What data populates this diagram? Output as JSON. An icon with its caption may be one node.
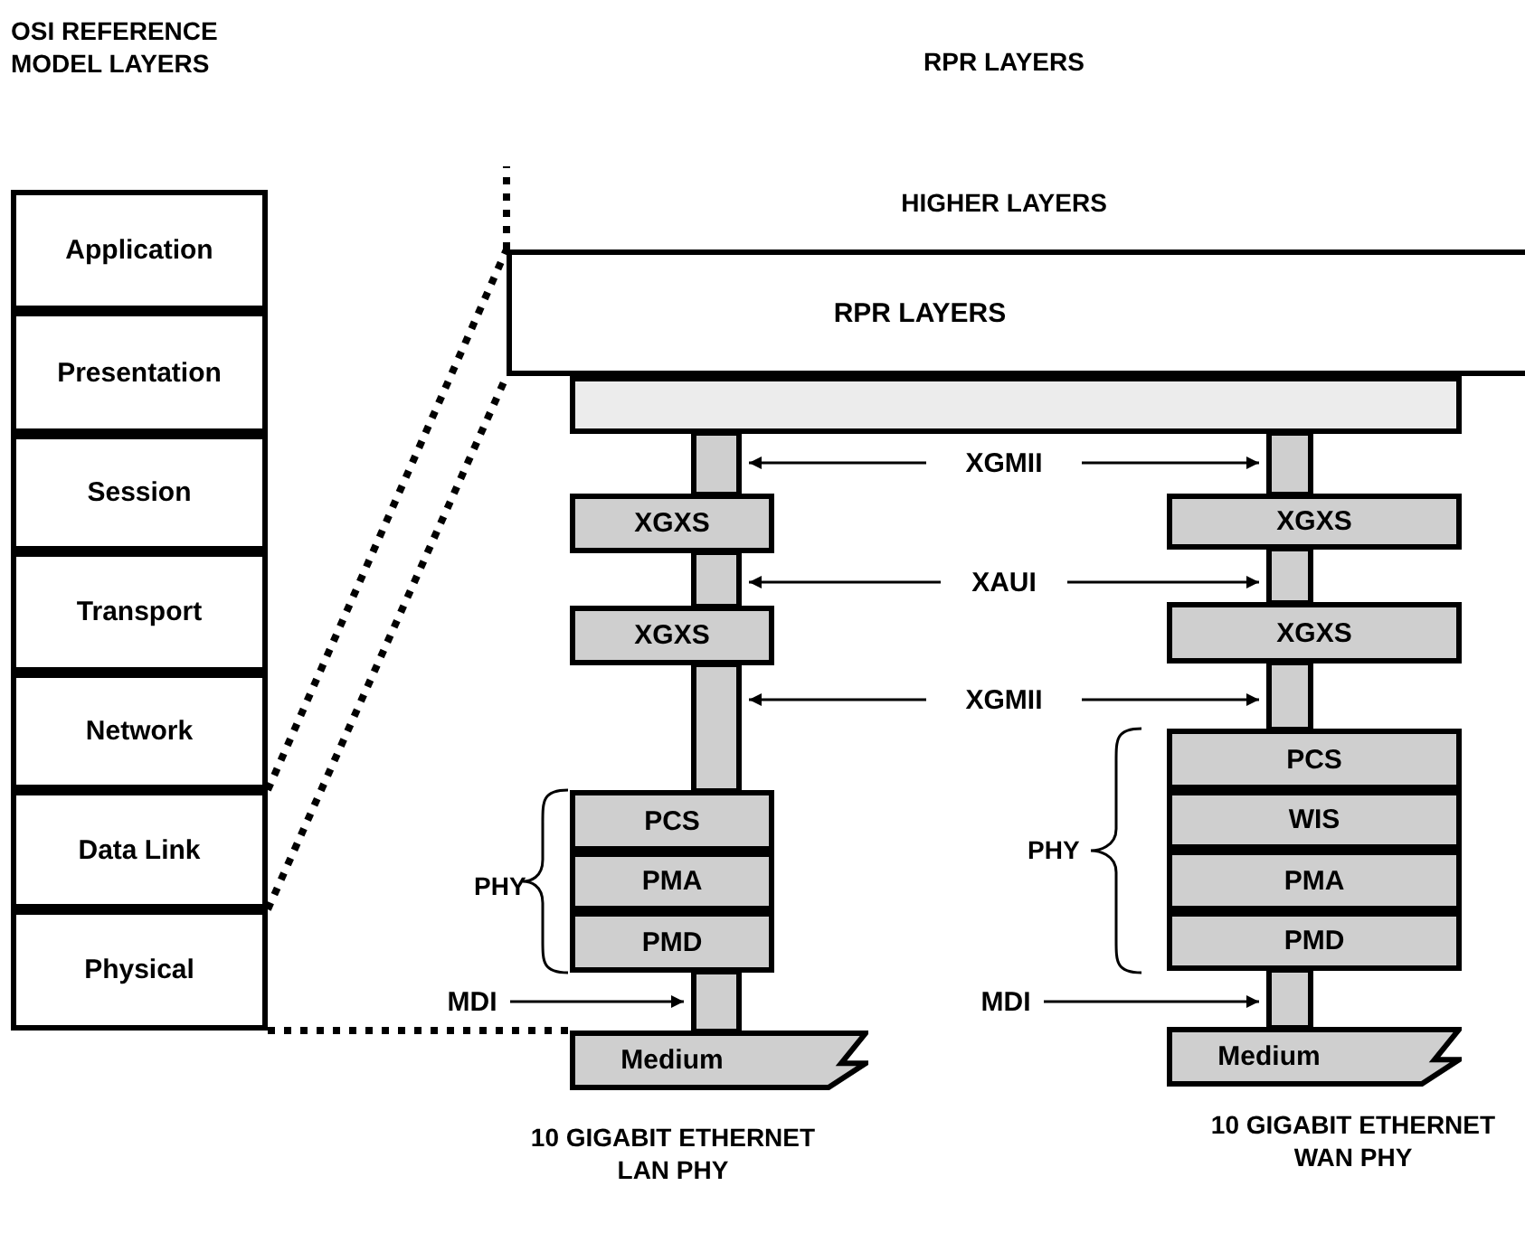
{
  "diagram": {
    "nodes": [
      {
        "text": [
          "Application"
        ]
      },
      {
        "text": [
          "Presentation"
        ]
      },
      {
        "text": [
          "Session"
        ]
      },
      {
        "text": [
          "Transport"
        ]
      },
      {
        "text": [
          "Network"
        ]
      },
      {
        "text": [
          "Data Link"
        ]
      },
      {
        "text": [
          "Physical"
        ]
      },
      {
        "text": [
          "RPR LAYERS"
        ]
      },
      {
        "text": [],
        "shape": "box"
      },
      {
        "text": [
          "XGXS"
        ]
      },
      {
        "text": [
          "XGXS"
        ]
      },
      {
        "text": [
          "PCS"
        ]
      },
      {
        "text": [
          "PMA"
        ]
      },
      {
        "text": [
          "PMD"
        ]
      },
      {
        "text": [
          "Medium"
        ]
      },
      {
        "text": [
          "XGXS"
        ]
      },
      {
        "text": [
          "XGXS"
        ]
      },
      {
        "text": [
          "PCS"
        ]
      },
      {
        "text": [
          "WIS"
        ]
      },
      {
        "text": [
          "PMA"
        ]
      },
      {
        "text": [
          "PMD"
        ]
      },
      {
        "text": [
          "Medium"
        ]
      },
      {
        "text": [
          "XGMII"
        ]
      },
      {
        "text": [
          "XAUI"
        ]
      },
      {
        "text": [
          "XGMII"
        ]
      },
      {
        "text": [
          "MDI"
        ]
      },
      {
        "text": [
          "MDI"
        ]
      },
      {
        "text": [],
        "shape": "bar"
      },
      {
        "text": [],
        "shape": "bar"
      },
      {
        "text": [],
        "shape": "bar"
      },
      {
        "text": [],
        "shape": "bar"
      },
      {
        "text": [],
        "shape": "bar"
      },
      {
        "text": [],
        "shape": "bar"
      },
      {
        "text": [],
        "shape": "bar"
      },
      {
        "text": [],
        "shape": "bar"
      }
    ],
    "edges": [
      {
        "from": 22,
        "to": 27,
        "arrow": "to"
      },
      {
        "from": 22,
        "to": 31,
        "arrow": "to"
      },
      {
        "from": 23,
        "to": 28,
        "arrow": "to"
      },
      {
        "from": 23,
        "to": 32,
        "arrow": "to"
      },
      {
        "from": 24,
        "to": 29,
        "arrow": "to"
      },
      {
        "from": 24,
        "to": 33,
        "arrow": "to"
      },
      {
        "from": 25,
        "to": 30,
        "arrow": "to"
      },
      {
        "from": 26,
        "to": 34,
        "arrow": "to"
      },
      {
        "from": 5,
        "to": 7,
        "arrow": "none",
        "style": "dashed"
      },
      {
        "from": 6,
        "to": 7,
        "arrow": "none",
        "style": "dashed"
      },
      {
        "from": 6,
        "to": 14,
        "arrow": "none",
        "style": "dashed"
      },
      {
        "from": 7,
        "to": null,
        "arrow": "none",
        "style": "dashed"
      }
    ],
    "labels": [
      "OSI REFERENCE MODEL LAYERS",
      "RPR LAYERS",
      "HIGHER LAYERS",
      "PHY",
      "PHY",
      "10 GIGABIT ETHERNET LAN PHY",
      "10 GIGABIT ETHERNET WAN PHY"
    ]
  }
}
